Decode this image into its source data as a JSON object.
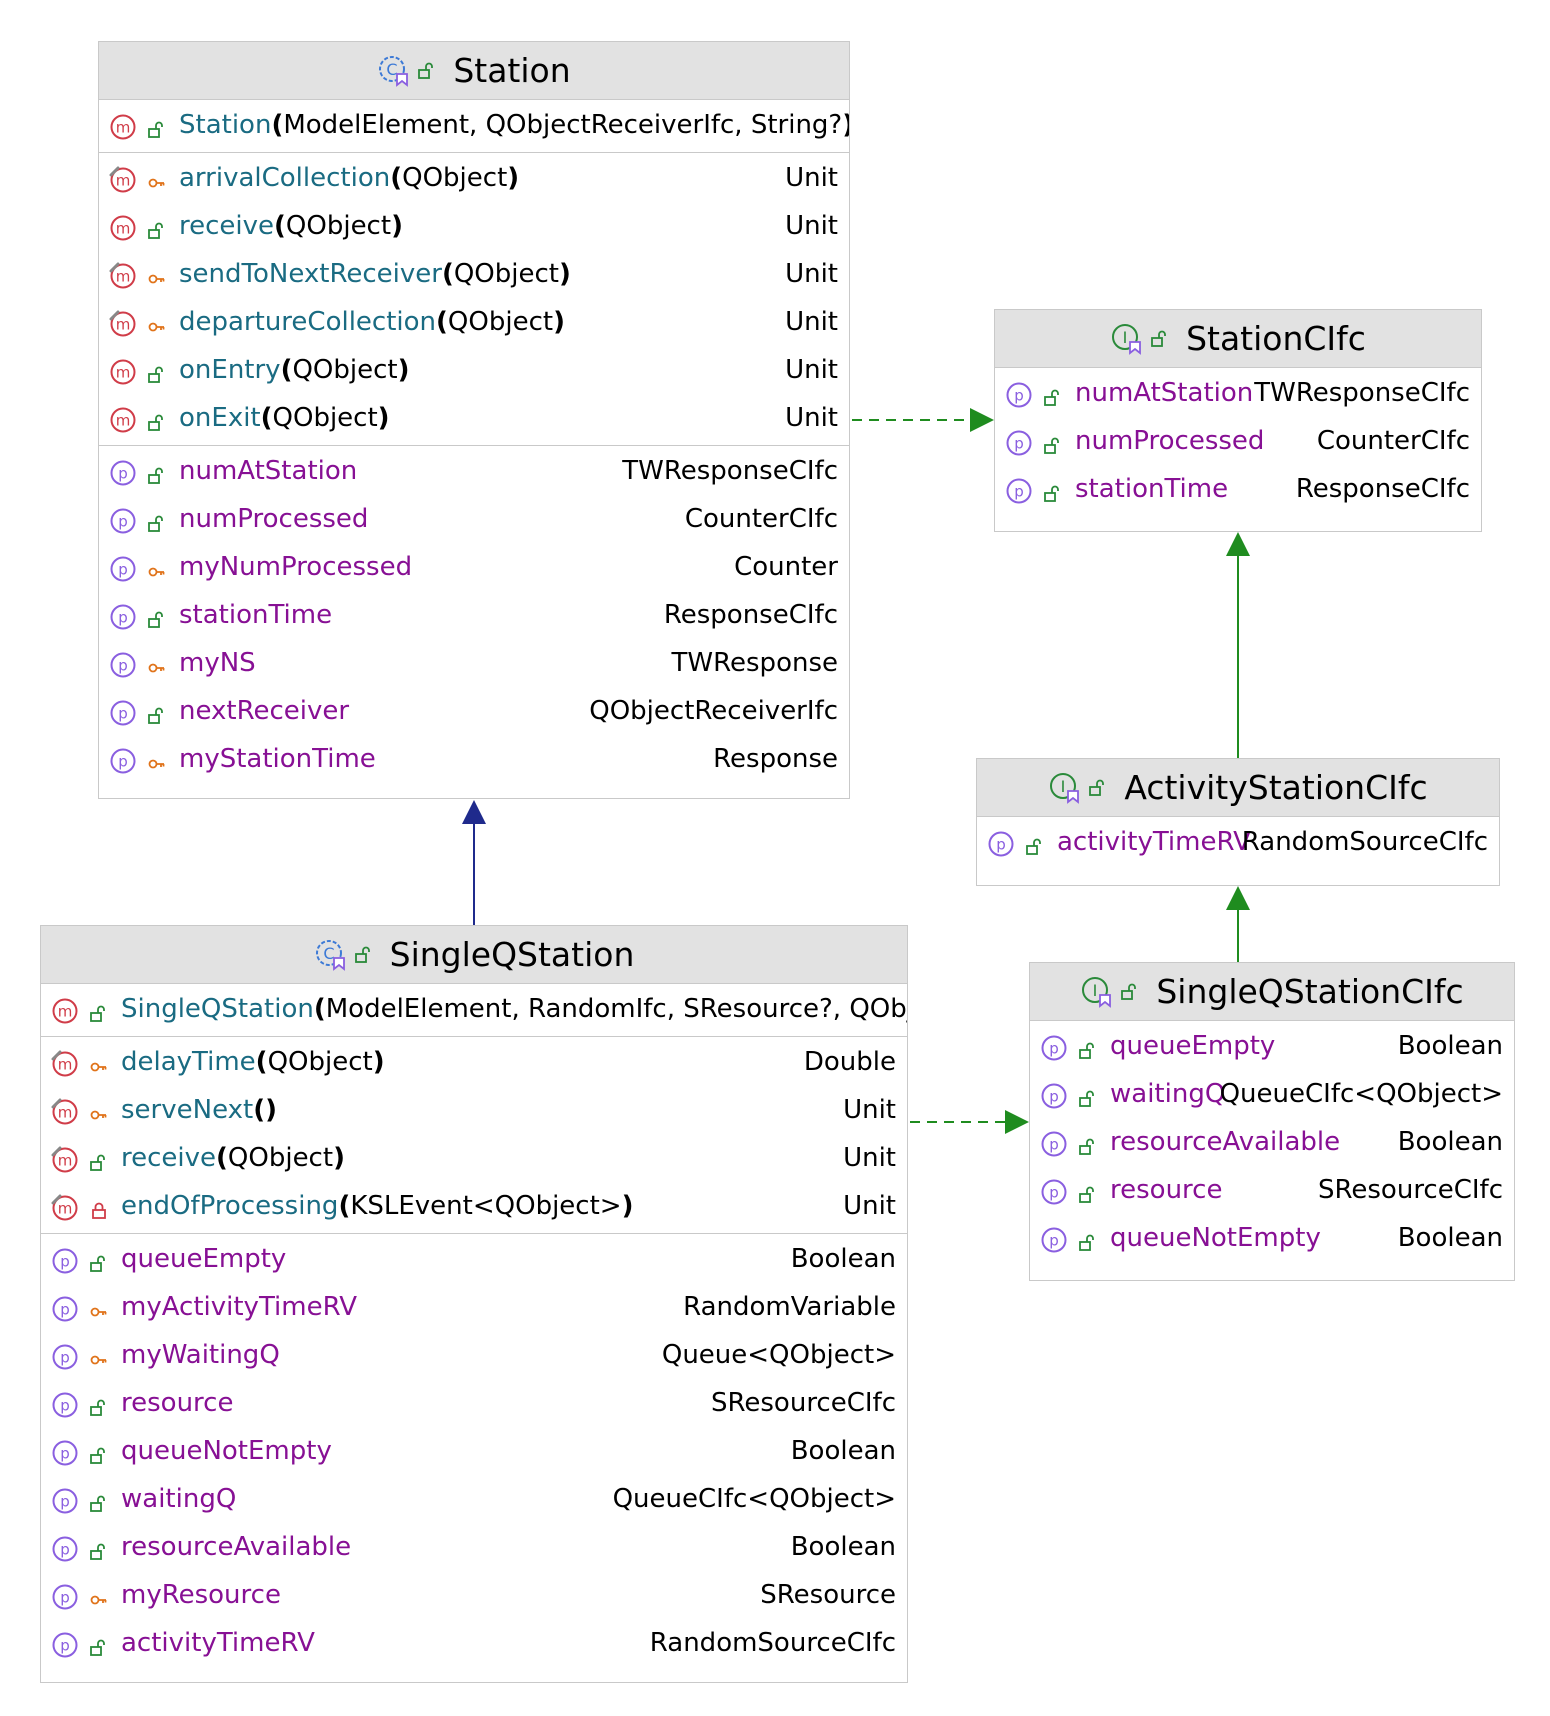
{
  "colors": {
    "header_bg": "#e2e2e2",
    "border": "#c9c9c9",
    "method_name": "#1a6b82",
    "property_name": "#871094",
    "method_icon": "#d03c48",
    "property_icon": "#8a5fe0",
    "public_lock": "#2a8a3a",
    "private_key": "#e0731a",
    "realize_arrow": "#1f8c1f",
    "extends_arrow": "#1f2a8c"
  },
  "station": {
    "title": "Station",
    "constructor": {
      "name": "Station",
      "params": "ModelElement, QObjectReceiverIfc, String?"
    },
    "methods": [
      {
        "name": "arrivalCollection",
        "params": "QObject",
        "type": "Unit",
        "icon": "method-override-icon",
        "visibility": "private-key-icon"
      },
      {
        "name": "receive",
        "params": "QObject",
        "type": "Unit",
        "icon": "method-icon",
        "visibility": "public-lock-icon"
      },
      {
        "name": "sendToNextReceiver",
        "params": "QObject",
        "type": "Unit",
        "icon": "method-override-icon",
        "visibility": "private-key-icon"
      },
      {
        "name": "departureCollection",
        "params": "QObject",
        "type": "Unit",
        "icon": "method-override-icon",
        "visibility": "private-key-icon"
      },
      {
        "name": "onEntry",
        "params": "QObject",
        "type": "Unit",
        "icon": "method-icon",
        "visibility": "public-lock-icon"
      },
      {
        "name": "onExit",
        "params": "QObject",
        "type": "Unit",
        "icon": "method-icon",
        "visibility": "public-lock-icon"
      }
    ],
    "properties": [
      {
        "name": "numAtStation",
        "type": "TWResponseCIfc",
        "visibility": "public-lock-icon"
      },
      {
        "name": "numProcessed",
        "type": "CounterCIfc",
        "visibility": "public-lock-icon"
      },
      {
        "name": "myNumProcessed",
        "type": "Counter",
        "visibility": "private-key-icon"
      },
      {
        "name": "stationTime",
        "type": "ResponseCIfc",
        "visibility": "public-lock-icon"
      },
      {
        "name": "myNS",
        "type": "TWResponse",
        "visibility": "private-key-icon"
      },
      {
        "name": "nextReceiver",
        "type": "QObjectReceiverIfc",
        "visibility": "public-lock-icon"
      },
      {
        "name": "myStationTime",
        "type": "Response",
        "visibility": "private-key-icon"
      }
    ]
  },
  "station_cifc": {
    "title": "StationCIfc",
    "properties": [
      {
        "name": "numAtStation",
        "type": "TWResponseCIfc",
        "visibility": "public-lock-icon"
      },
      {
        "name": "numProcessed",
        "type": "CounterCIfc",
        "visibility": "public-lock-icon"
      },
      {
        "name": "stationTime",
        "type": "ResponseCIfc",
        "visibility": "public-lock-icon"
      }
    ]
  },
  "activity_station_cifc": {
    "title": "ActivityStationCIfc",
    "properties": [
      {
        "name": "activityTimeRV",
        "type": "RandomSourceCIfc",
        "visibility": "public-lock-icon"
      }
    ]
  },
  "single_q_station": {
    "title": "SingleQStation",
    "constructor": {
      "name": "SingleQStation",
      "params": "ModelElement, RandomIfc, SResource?, QObjec"
    },
    "methods": [
      {
        "name": "delayTime",
        "params": "QObject",
        "type": "Double",
        "icon": "method-override-icon",
        "visibility": "private-key-icon"
      },
      {
        "name": "serveNext",
        "params": "",
        "type": "Unit",
        "icon": "method-override-icon",
        "visibility": "private-key-icon"
      },
      {
        "name": "receive",
        "params": "QObject",
        "type": "Unit",
        "icon": "method-override-icon",
        "visibility": "public-lock-icon"
      },
      {
        "name": "endOfProcessing",
        "params": "KSLEvent<QObject>",
        "type": "Unit",
        "icon": "method-override-icon",
        "visibility": "private-padlock-icon"
      }
    ],
    "properties": [
      {
        "name": "queueEmpty",
        "type": "Boolean",
        "visibility": "public-lock-icon"
      },
      {
        "name": "myActivityTimeRV",
        "type": "RandomVariable",
        "visibility": "private-key-icon"
      },
      {
        "name": "myWaitingQ",
        "type": "Queue<QObject>",
        "visibility": "private-key-icon"
      },
      {
        "name": "resource",
        "type": "SResourceCIfc",
        "visibility": "public-lock-icon"
      },
      {
        "name": "queueNotEmpty",
        "type": "Boolean",
        "visibility": "public-lock-icon"
      },
      {
        "name": "waitingQ",
        "type": "QueueCIfc<QObject>",
        "visibility": "public-lock-icon"
      },
      {
        "name": "resourceAvailable",
        "type": "Boolean",
        "visibility": "public-lock-icon"
      },
      {
        "name": "myResource",
        "type": "SResource",
        "visibility": "private-key-icon"
      },
      {
        "name": "activityTimeRV",
        "type": "RandomSourceCIfc",
        "visibility": "public-lock-icon"
      }
    ]
  },
  "single_q_station_cifc": {
    "title": "SingleQStationCIfc",
    "properties": [
      {
        "name": "queueEmpty",
        "type": "Boolean",
        "visibility": "public-lock-icon"
      },
      {
        "name": "waitingQ",
        "type": "QueueCIfc<QObject>",
        "visibility": "public-lock-icon"
      },
      {
        "name": "resourceAvailable",
        "type": "Boolean",
        "visibility": "public-lock-icon"
      },
      {
        "name": "resource",
        "type": "SResourceCIfc",
        "visibility": "public-lock-icon"
      },
      {
        "name": "queueNotEmpty",
        "type": "Boolean",
        "visibility": "public-lock-icon"
      }
    ]
  }
}
